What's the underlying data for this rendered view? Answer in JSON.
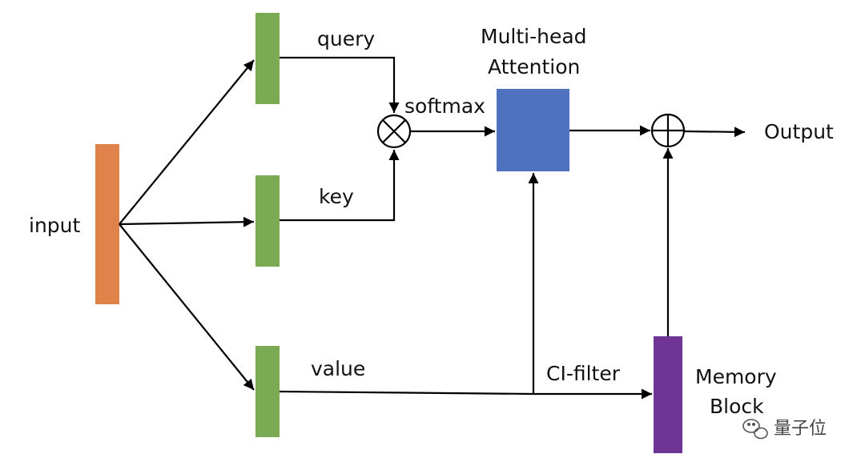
{
  "labels": {
    "input": "input",
    "query": "query",
    "key": "key",
    "value": "value",
    "softmax": "softmax",
    "attention_line1": "Multi-head",
    "attention_line2": "Attention",
    "output": "Output",
    "ci_filter": "CI-filter",
    "memory_line1": "Memory",
    "memory_line2": "Block"
  },
  "watermark": {
    "text": "量子位",
    "icon": "wechat-icon"
  },
  "colors": {
    "input_block": "#E0834A",
    "qkv_blocks": "#7BAA55",
    "attention_block": "#4F72C0",
    "memory_block": "#6E3596",
    "lines": "#000000"
  }
}
